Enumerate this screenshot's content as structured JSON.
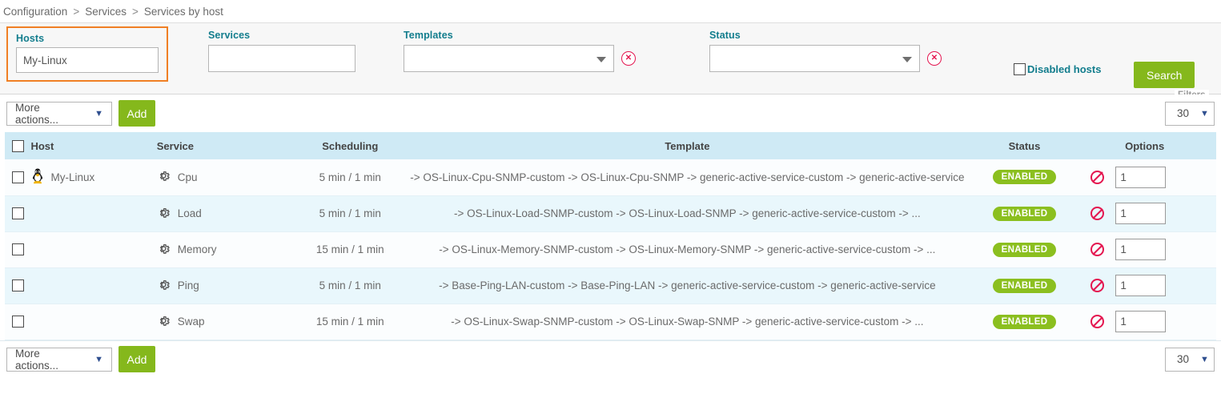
{
  "breadcrumb": {
    "items": [
      "Configuration",
      "Services",
      "Services by host"
    ],
    "separator": ">"
  },
  "filters": {
    "hosts": {
      "label": "Hosts",
      "value": "My-Linux",
      "placeholder": ""
    },
    "services": {
      "label": "Services",
      "value": "",
      "placeholder": ""
    },
    "templates": {
      "label": "Templates",
      "value": "",
      "clear_icon": "clear-circle-icon"
    },
    "status": {
      "label": "Status",
      "value": "",
      "clear_icon": "clear-circle-icon"
    },
    "disabled_hosts": {
      "label": "Disabled hosts",
      "checked": false
    },
    "search_label": "Search",
    "filters_tag": "Filters",
    "accent_green": "#85b81c",
    "accent_teal": "#127d8d",
    "highlight_orange": "#f07f24",
    "clear_red": "#e4154f"
  },
  "toolbar_top": {
    "more_actions": "More actions...",
    "add_label": "Add",
    "page_size": "30",
    "chevron": "chevron-down-icon"
  },
  "toolbar_bottom": {
    "more_actions": "More actions...",
    "add_label": "Add",
    "page_size": "30",
    "chevron": "chevron-down-icon"
  },
  "table": {
    "columns": [
      "Host",
      "Service",
      "Scheduling",
      "Template",
      "Status",
      "Options"
    ],
    "select_all_checkbox": false,
    "header_bg": "#cfeaf5",
    "rows": [
      {
        "checked": false,
        "host": "My-Linux",
        "host_icon": "linux-penguin-icon",
        "service": "Cpu",
        "service_icon": "gear-icon",
        "scheduling": "5 min / 1 min",
        "template": "-> OS-Linux-Cpu-SNMP-custom -> OS-Linux-Cpu-SNMP -> generic-active-service-custom -> generic-active-service",
        "status": "ENABLED",
        "option_icon": "deny-icon",
        "quantity": "1"
      },
      {
        "checked": false,
        "host": "",
        "host_icon": "",
        "service": "Load",
        "service_icon": "gear-icon",
        "scheduling": "5 min / 1 min",
        "template": "-> OS-Linux-Load-SNMP-custom -> OS-Linux-Load-SNMP -> generic-active-service-custom -> ...",
        "status": "ENABLED",
        "option_icon": "deny-icon",
        "quantity": "1"
      },
      {
        "checked": false,
        "host": "",
        "host_icon": "",
        "service": "Memory",
        "service_icon": "gear-icon",
        "scheduling": "15 min / 1 min",
        "template": "-> OS-Linux-Memory-SNMP-custom -> OS-Linux-Memory-SNMP -> generic-active-service-custom -> ...",
        "status": "ENABLED",
        "option_icon": "deny-icon",
        "quantity": "1"
      },
      {
        "checked": false,
        "host": "",
        "host_icon": "",
        "service": "Ping",
        "service_icon": "gear-icon",
        "scheduling": "5 min / 1 min",
        "template": "-> Base-Ping-LAN-custom -> Base-Ping-LAN -> generic-active-service-custom -> generic-active-service",
        "status": "ENABLED",
        "option_icon": "deny-icon",
        "quantity": "1"
      },
      {
        "checked": false,
        "host": "",
        "host_icon": "",
        "service": "Swap",
        "service_icon": "gear-icon",
        "scheduling": "15 min / 1 min",
        "template": "-> OS-Linux-Swap-SNMP-custom -> OS-Linux-Swap-SNMP -> generic-active-service-custom -> ...",
        "status": "ENABLED",
        "option_icon": "deny-icon",
        "quantity": "1"
      }
    ]
  }
}
